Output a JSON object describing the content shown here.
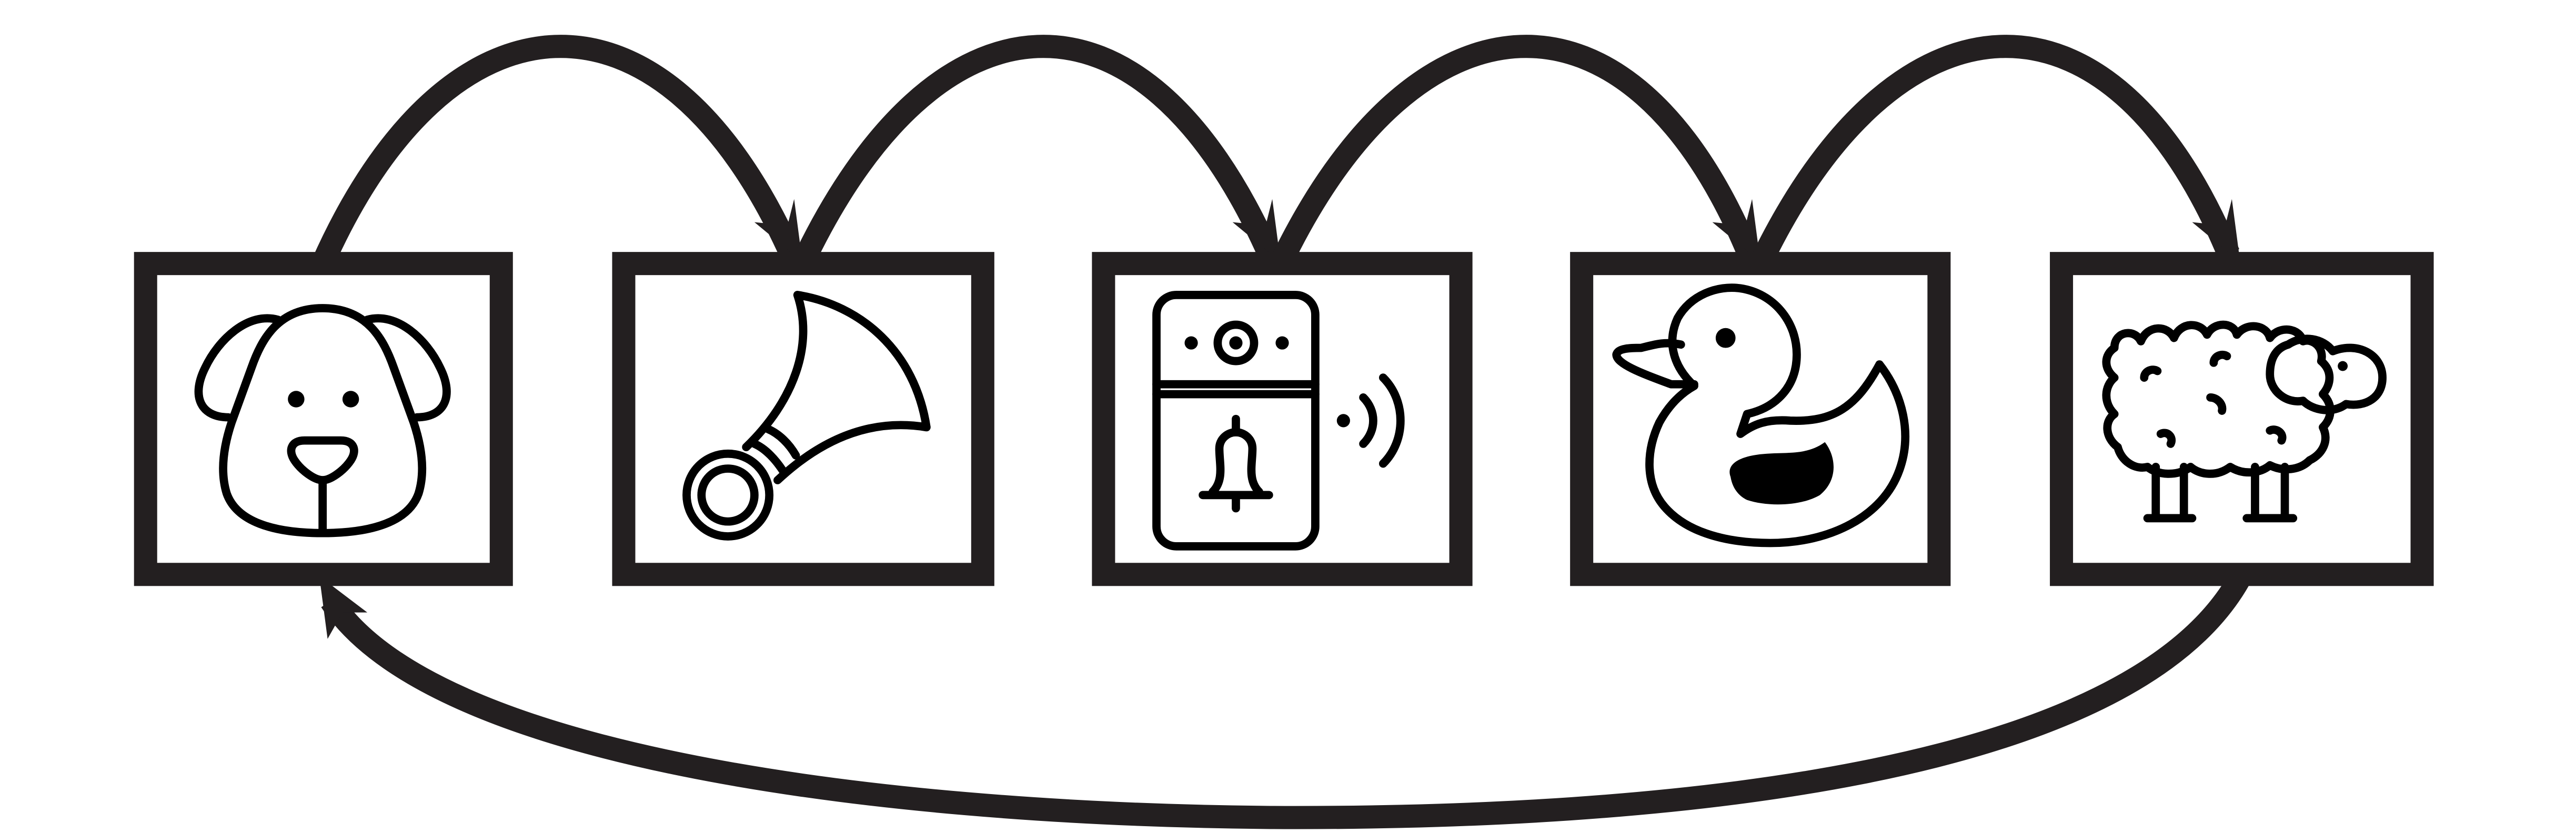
{
  "diagram": {
    "type": "cycle",
    "nodes": [
      {
        "icon": "dog-icon"
      },
      {
        "icon": "bicycle-horn-icon"
      },
      {
        "icon": "doorbell-icon"
      },
      {
        "icon": "rubber-duck-icon"
      },
      {
        "icon": "sheep-icon"
      }
    ],
    "edges": [
      [
        0,
        1
      ],
      [
        1,
        2
      ],
      [
        2,
        3
      ],
      [
        3,
        4
      ],
      [
        4,
        0
      ]
    ],
    "colors": {
      "stroke": "#231f20",
      "icon": "#000000",
      "background": "#ffffff"
    }
  }
}
